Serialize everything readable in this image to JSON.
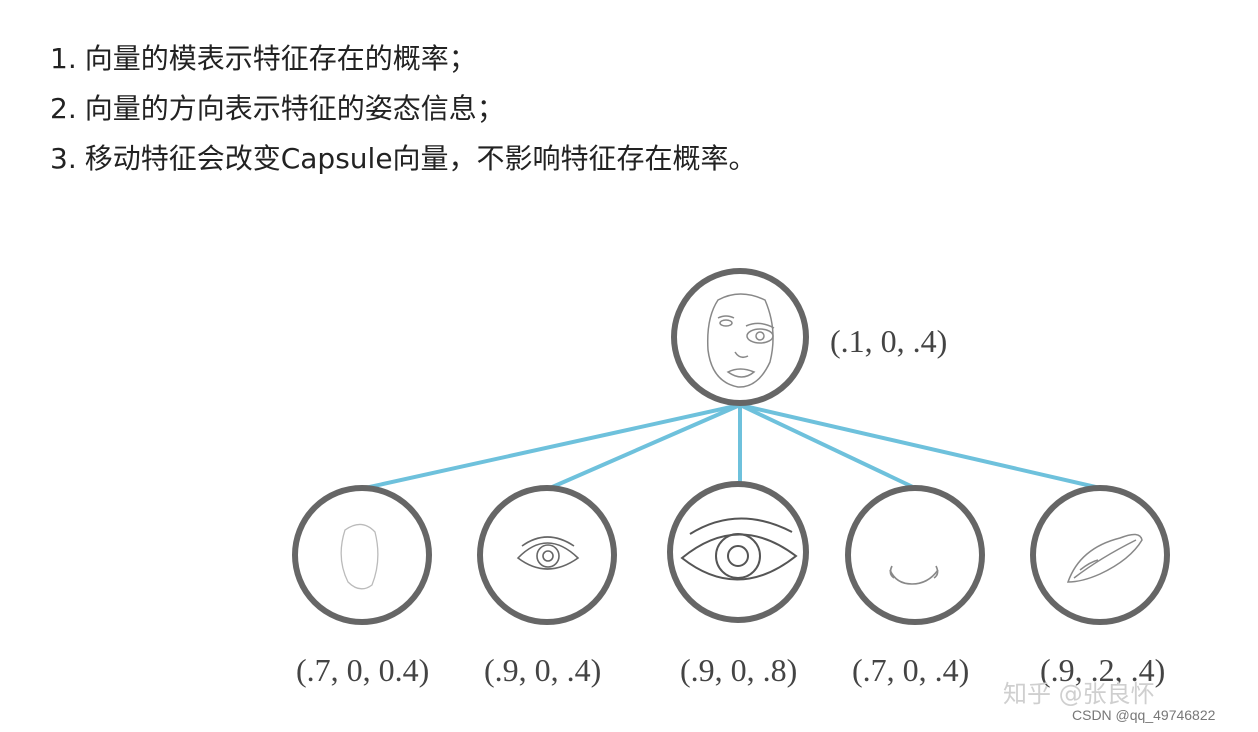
{
  "list": [
    {
      "num": "1.",
      "text": "向量的模表示特征存在的概率；"
    },
    {
      "num": "2.",
      "text": "向量的方向表示特征的姿态信息；"
    },
    {
      "num": "3.",
      "text": "移动特征会改变Capsule向量，不影响特征存在概率。"
    }
  ],
  "diagram": {
    "parent": {
      "label": "(.1, 0, .4)",
      "icon": "face-icon"
    },
    "children": [
      {
        "label": "(.7, 0, 0.4)",
        "icon": "face-outline-icon"
      },
      {
        "label": "(.9, 0, .4)",
        "icon": "eye-icon"
      },
      {
        "label": "(.9, 0, .8)",
        "icon": "large-eye-icon"
      },
      {
        "label": "(.7, 0, .4)",
        "icon": "nose-icon"
      },
      {
        "label": "(.9, .2, .4)",
        "icon": "lips-icon"
      }
    ],
    "colors": {
      "edge": "#6ec1dc",
      "circle": "#666666"
    }
  },
  "watermark": {
    "zhihu": "知乎 @张良怀",
    "csdn": "CSDN @qq_49746822"
  }
}
